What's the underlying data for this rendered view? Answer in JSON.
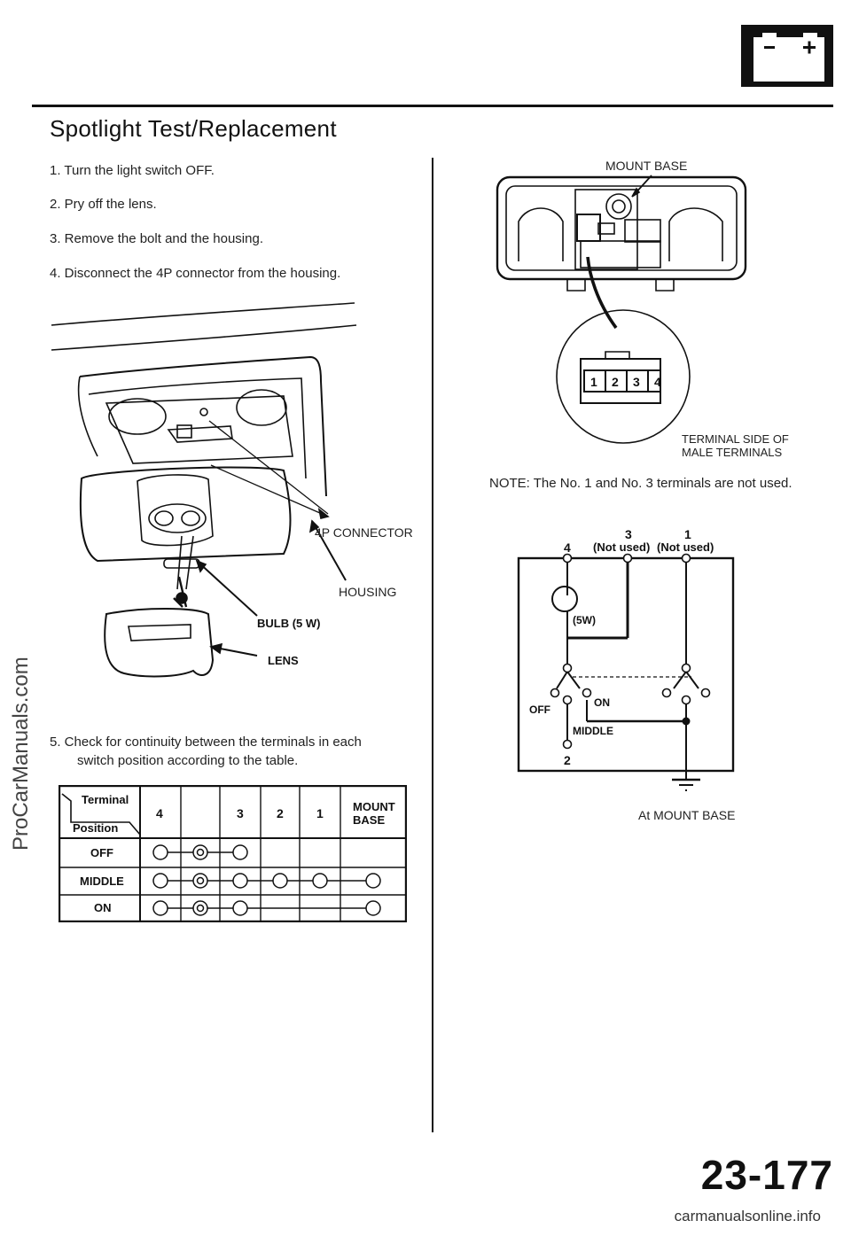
{
  "header": {
    "battery_icon": "battery-icon"
  },
  "title": "Spotlight Test/Replacement",
  "steps": [
    "1.  Turn the light switch OFF.",
    "2.   Pry off the lens.",
    "3.  Remove the bolt and the housing.",
    "4.  Disconnect the 4P connector from the housing."
  ],
  "step5_line1": "5.  Check for continuity between the terminals in each",
  "step5_line2": "switch position according to the table.",
  "illustration": {
    "connector": "4P CONNECTOR",
    "housing": "HOUSING",
    "bulb": "BULB (5 W)",
    "lens": "LENS"
  },
  "mount_diagram": {
    "mount_base": "MOUNT BASE",
    "pins": [
      "1",
      "2",
      "3",
      "4"
    ],
    "terminal_side_1": "TERMINAL SIDE OF",
    "terminal_side_2": "MALE TERMINALS"
  },
  "note": "NOTE: The No. 1 and No. 3 terminals are not used.",
  "schematic": {
    "t4": "4",
    "t3": "3",
    "t1": "1",
    "t3_note": "(Not used)",
    "t1_note": "(Not used)",
    "bulb": "(5W)",
    "off": "OFF",
    "on": "ON",
    "middle": "MIDDLE",
    "t2": "2",
    "ground_caption": "At MOUNT BASE"
  },
  "table": {
    "corner_top": "Terminal",
    "corner_bottom": "Position",
    "columns": [
      "4",
      "",
      "3",
      "2",
      "1",
      "MOUNT BASE"
    ],
    "rows": [
      {
        "position": "OFF",
        "connected": [
          0,
          1,
          2
        ]
      },
      {
        "position": "MIDDLE",
        "connected": [
          0,
          1,
          2,
          3,
          4,
          5
        ]
      },
      {
        "position": "ON",
        "connected": [
          0,
          1,
          2,
          5
        ]
      }
    ]
  },
  "page_number": "23-177",
  "watermark": "ProCarManuals.com",
  "footer": "carmanualsonline.info"
}
